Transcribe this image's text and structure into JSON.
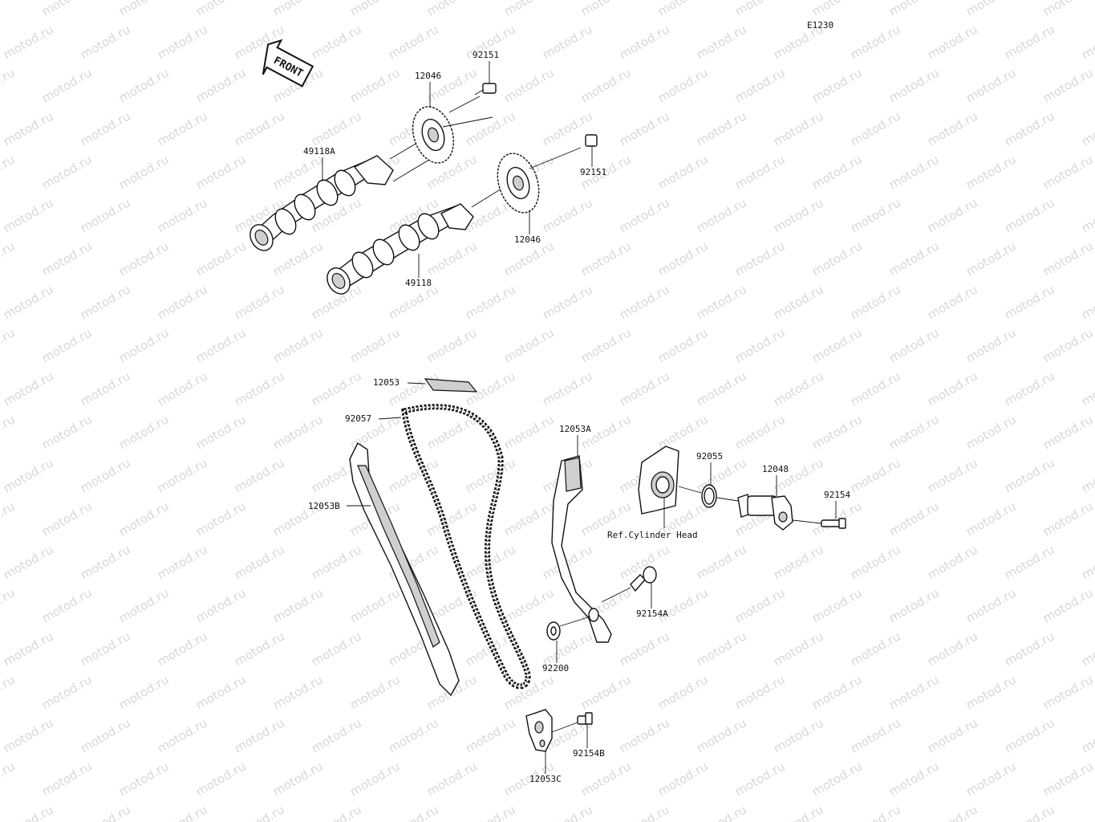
{
  "diagram_code": "E1230",
  "front_label": "FRONT",
  "watermark": "motod.ru",
  "reference_text": "Ref.Cylinder Head",
  "parts": {
    "bolt_top_left": "92151",
    "sprocket_upper": "12046",
    "camshaft_upper": "49118A",
    "bolt_top_right": "92151",
    "sprocket_lower": "12046",
    "camshaft_lower": "49118",
    "chain_guide_top": "12053",
    "cam_chain": "92057",
    "chain_guide_left": "12053B",
    "tensioner_guide": "12053A",
    "gasket": "92055",
    "tensioner": "12048",
    "bolt_tensioner": "92154",
    "bolt_guide": "92154A",
    "washer": "92200",
    "bolt_bracket": "92154B",
    "bracket": "12053C"
  }
}
